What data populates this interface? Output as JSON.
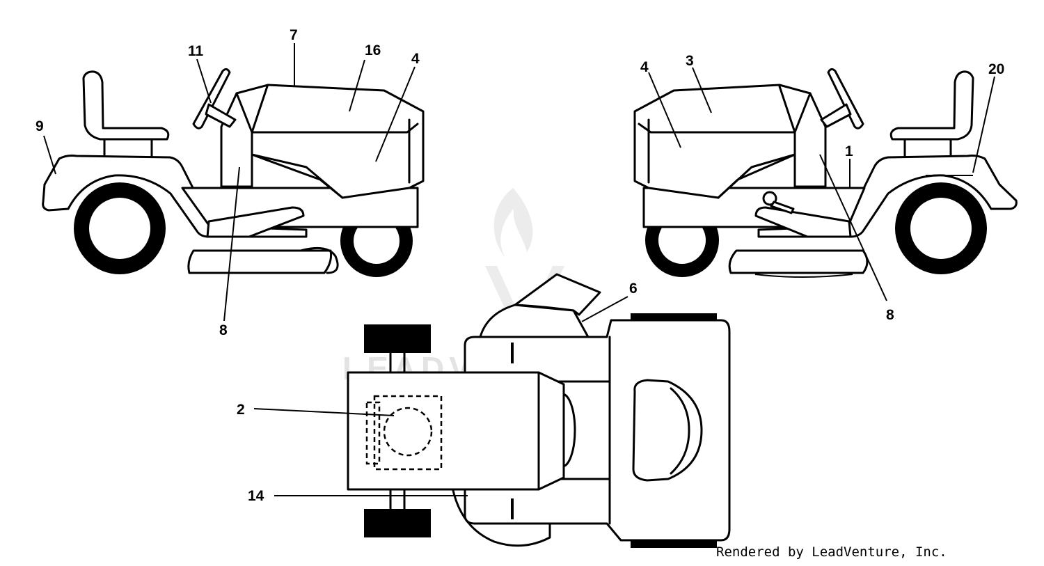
{
  "watermark": {
    "brand_text": "LEADVENTURE",
    "logo_icon": "flame-v-logo-icon",
    "color": "#e3e3e3"
  },
  "callouts": {
    "left_view": [
      "11",
      "7",
      "16",
      "4",
      "9",
      "8"
    ],
    "right_view": [
      "4",
      "3",
      "20",
      "1",
      "8"
    ],
    "top_view": [
      "6",
      "2",
      "14"
    ]
  },
  "credit": "Rendered by LeadVenture, Inc."
}
